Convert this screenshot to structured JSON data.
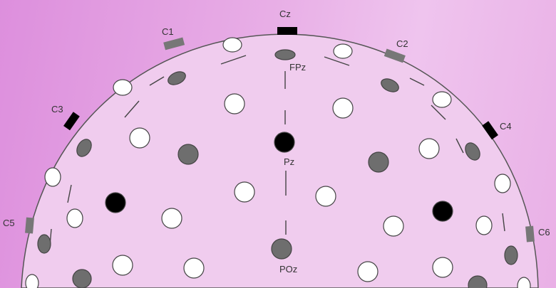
{
  "labels": {
    "cz": "Cz",
    "c1": "C1",
    "c2": "C2",
    "c3": "C3",
    "c4": "C4",
    "c5": "C5",
    "c6": "C6",
    "fpz": "FPz",
    "pz": "Pz",
    "poz": "POz"
  },
  "colors": {
    "cap_fill": "#f0ccee",
    "outline": "#555555",
    "white_electrode": "#ffffff",
    "grey_electrode": "#6e6e6e",
    "black_electrode": "#000000",
    "rim_marker": "#000000",
    "rim_marker_grey": "#777777"
  },
  "legend_electrode_types": [
    "white",
    "grey",
    "black"
  ]
}
